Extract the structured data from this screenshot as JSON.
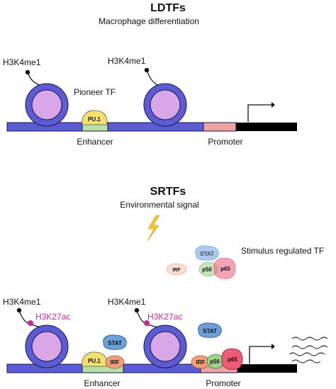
{
  "top": {
    "title": "LDTFs",
    "subtitle": "Macrophage differentiation",
    "mark_left": "H3K4me1",
    "mark_right": "H3K4me1",
    "pioneer_label": "Pioneer TF",
    "pu1": "PU.1",
    "enhancer": "Enhancer",
    "promoter": "Promoter"
  },
  "bottom": {
    "title": "SRTFs",
    "subtitle": "Environmental signal",
    "stimulus_label": "Stimulus regulated TF",
    "free_stat": "STAT",
    "free_irf": "IRF",
    "free_p50": "p50",
    "free_p65": "p65",
    "mark_left": "H3K4me1",
    "ac_left": "H3K27ac",
    "mark_right": "H3K4me1",
    "ac_right": "H3K27ac",
    "enh_stat": "STAT",
    "enh_pu1": "PU.1",
    "enh_irf": "IRF",
    "prom_stat": "STAT",
    "prom_irf": "IRF",
    "prom_p50": "p50",
    "prom_p65": "p65",
    "enhancer": "Enhancer",
    "promoter": "Promoter"
  },
  "colors": {
    "dna": "#5b5bd6",
    "histone": "#d9a6e8",
    "promoter": "#eba3a3",
    "gene": "#000000",
    "pu1": "#f0e070",
    "enhancer_band": "#b7e0a8",
    "stat": "#6a9fd8",
    "irf": "#f2a07a",
    "p50": "#9ed28c",
    "p65": "#ef5a78",
    "acetyl": "#c6289c",
    "signal": "#f2c230"
  }
}
